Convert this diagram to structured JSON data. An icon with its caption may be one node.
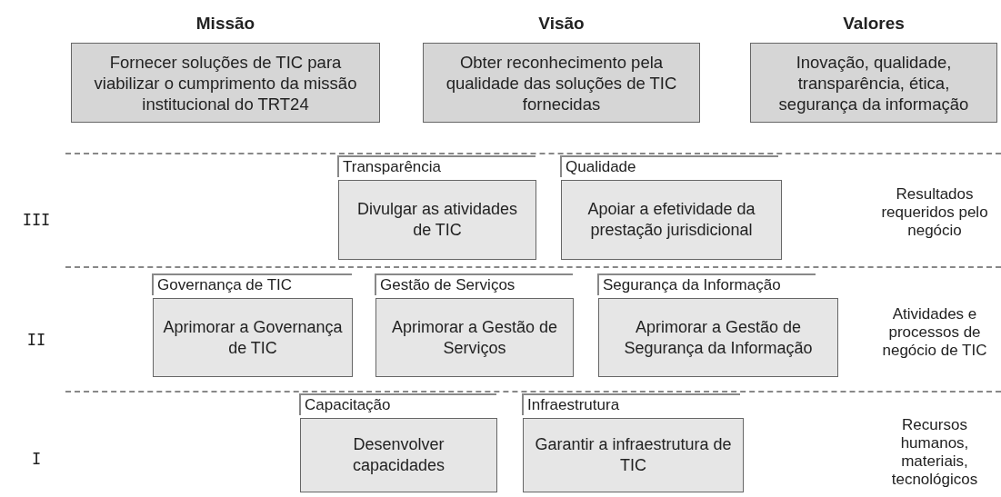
{
  "diagram": {
    "nodes": [
      {
        "text": [
          "Missão",
          "Fornecer soluções de TIC para viabilizar o cumprimento da missão institucional do TRT24"
        ]
      },
      {
        "text": [
          "Visão",
          "Obter reconhecimento pela qualidade das soluções de TIC fornecidas"
        ]
      },
      {
        "text": [
          "Valores",
          "Inovação, qualidade, transparência, ética, segurança da informação"
        ]
      },
      {
        "text": [
          "Transparência",
          "Divulgar as atividades de TIC"
        ]
      },
      {
        "text": [
          "Qualidade",
          "Apoiar a efetividade da prestação jurisdicional"
        ]
      },
      {
        "text": [
          "Governança de TIC",
          "Aprimorar a Governança de TIC"
        ]
      },
      {
        "text": [
          "Gestão de Serviços",
          "Aprimorar a Gestão de Serviços"
        ]
      },
      {
        "text": [
          "Segurança da Informação",
          "Aprimorar a Gestão de Segurança da Informação"
        ]
      },
      {
        "text": [
          "Capacitação",
          "Desenvolver capacidades"
        ]
      },
      {
        "text": [
          "Infraestrutura",
          "Garantir a infraestrutura de TIC"
        ]
      }
    ],
    "edges": [],
    "labels": [
      "III",
      "Resultados requeridos pelo negócio",
      "II",
      "Atividades e processos de negócio de TIC",
      "I",
      "Recursos humanos, materiais, tecnológicos"
    ]
  }
}
